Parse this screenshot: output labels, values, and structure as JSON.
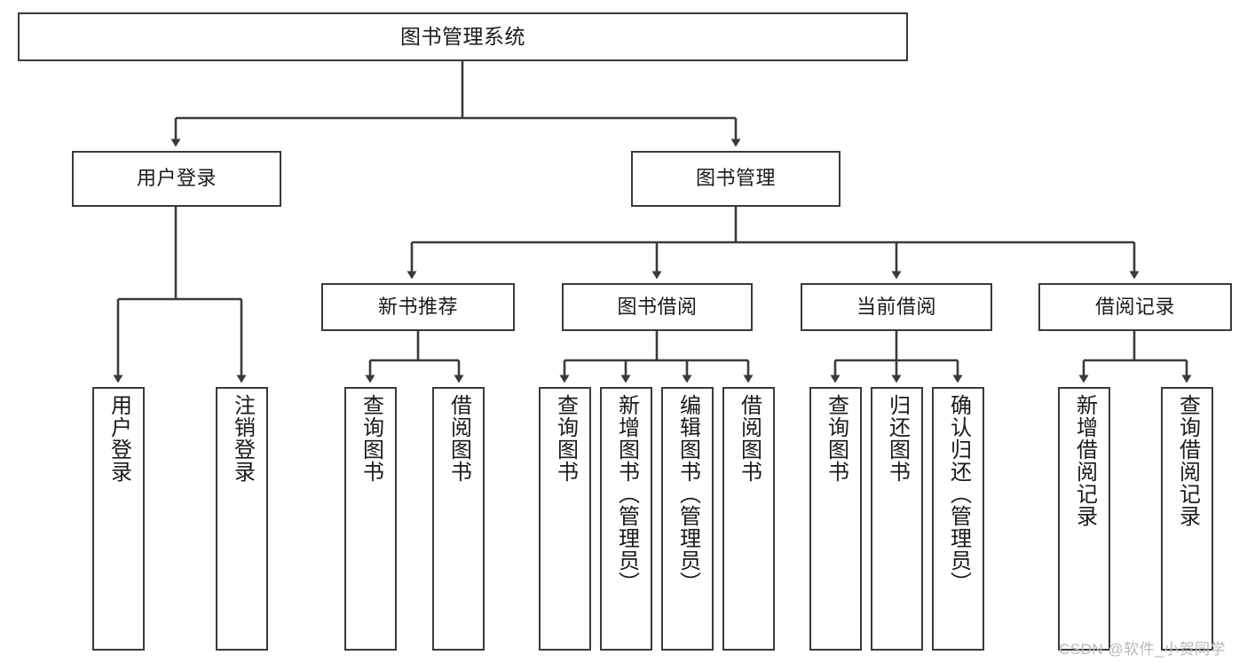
{
  "diagram": {
    "title": "图书管理系统",
    "type": "tree-hierarchy",
    "root": {
      "label": "图书管理系统"
    },
    "level2": [
      {
        "label": "用户登录"
      },
      {
        "label": "图书管理"
      }
    ],
    "level3": [
      {
        "label": "新书推荐"
      },
      {
        "label": "图书借阅"
      },
      {
        "label": "当前借阅"
      },
      {
        "label": "借阅记录"
      }
    ],
    "leaves": {
      "user_login": [
        {
          "label": "用户登录"
        },
        {
          "label": "注销登录"
        }
      ],
      "new_book_recommend": [
        {
          "label": "查询图书"
        },
        {
          "label": "借阅图书"
        }
      ],
      "book_borrow": [
        {
          "label": "查询图书"
        },
        {
          "label": "新增图书（管理员）"
        },
        {
          "label": "编辑图书（管理员）"
        },
        {
          "label": "借阅图书"
        }
      ],
      "current_borrow": [
        {
          "label": "查询图书"
        },
        {
          "label": "归还图书"
        },
        {
          "label": "确认归还（管理员）"
        }
      ],
      "borrow_record": [
        {
          "label": "新增借阅记录"
        },
        {
          "label": "查询借阅记录"
        }
      ]
    }
  },
  "watermark": {
    "text": "CSDN @软件_小贺同学"
  },
  "colors": {
    "stroke": "#3a3a3a",
    "background": "#ffffff",
    "text": "#1a1a1a",
    "watermark": "#b9b9b9"
  }
}
